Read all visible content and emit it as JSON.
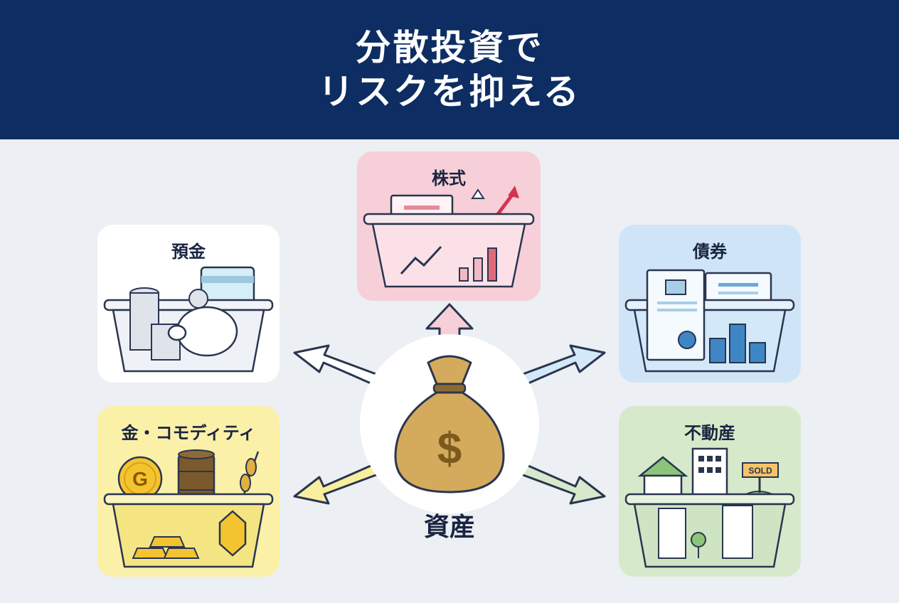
{
  "header": {
    "title_line1": "分散投資で",
    "title_line2": "リスクを抑える"
  },
  "center": {
    "label": "資産",
    "icon": "money-bag-icon"
  },
  "assets": {
    "stocks": {
      "label": "株式",
      "icon": "stock-chart-basket-icon"
    },
    "deposit": {
      "label": "預金",
      "icon": "piggy-bank-basket-icon"
    },
    "bonds": {
      "label": "債券",
      "icon": "bond-certificate-basket-icon"
    },
    "gold": {
      "label": "金・コモディティ",
      "icon": "gold-commodity-basket-icon",
      "coin_letter": "G"
    },
    "realestate": {
      "label": "不動産",
      "icon": "buildings-basket-icon",
      "sign_text": "SOLD"
    }
  },
  "colors": {
    "header_bg": "#0d2d63",
    "stocks": "#f7cfd8",
    "deposit": "#ffffff",
    "bonds": "#cfe5f7",
    "gold": "#fbf0a8",
    "realestate": "#d6eacb",
    "outline": "#2a3550"
  }
}
